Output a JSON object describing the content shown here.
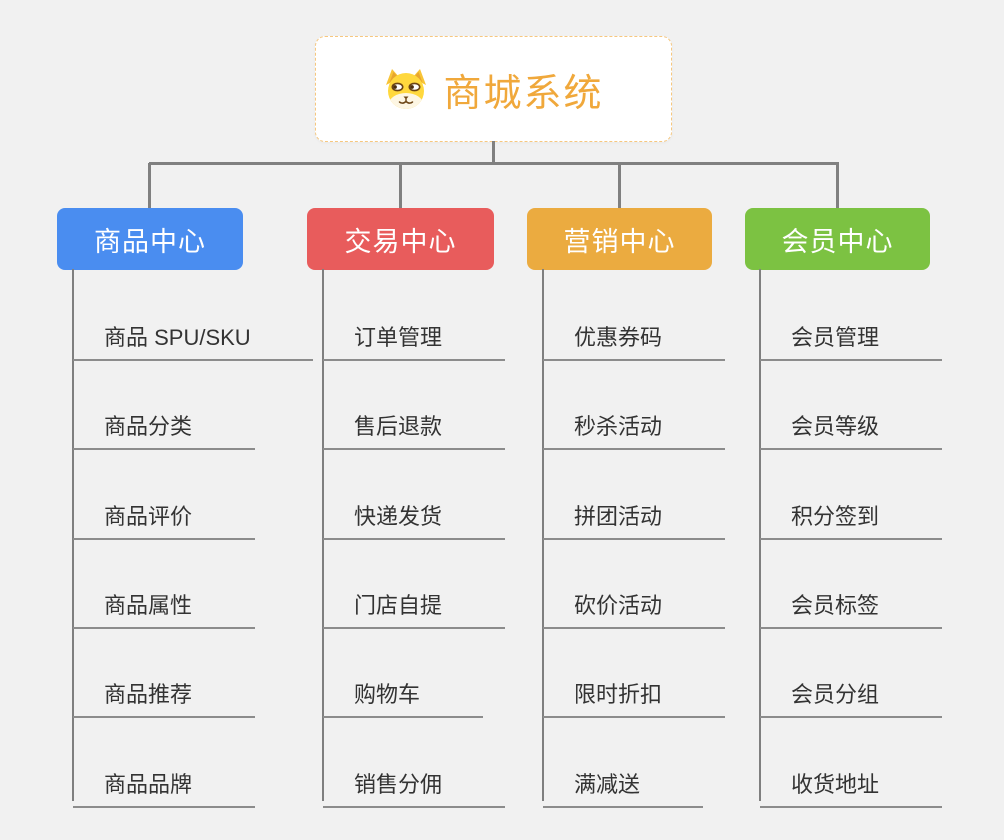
{
  "root": {
    "title": "商城系统",
    "icon": "dog-face-icon",
    "title_color": "#f0a83b",
    "border_color": "#f6c77f"
  },
  "connector_color": "#808080",
  "branches": [
    {
      "label": "商品中心",
      "color": "#4a8df0",
      "children": [
        "商品 SPU/SKU",
        "商品分类",
        "商品评价",
        "商品属性",
        "商品推荐",
        "商品品牌"
      ]
    },
    {
      "label": "交易中心",
      "color": "#e85c5c",
      "children": [
        "订单管理",
        "售后退款",
        "快递发货",
        "门店自提",
        "购物车",
        "销售分佣"
      ]
    },
    {
      "label": "营销中心",
      "color": "#ebab40",
      "children": [
        "优惠券码",
        "秒杀活动",
        "拼团活动",
        "砍价活动",
        "限时折扣",
        "满减送"
      ]
    },
    {
      "label": "会员中心",
      "color": "#7cc242",
      "children": [
        "会员管理",
        "会员等级",
        "积分签到",
        "会员标签",
        "会员分组",
        "收货地址"
      ]
    }
  ]
}
